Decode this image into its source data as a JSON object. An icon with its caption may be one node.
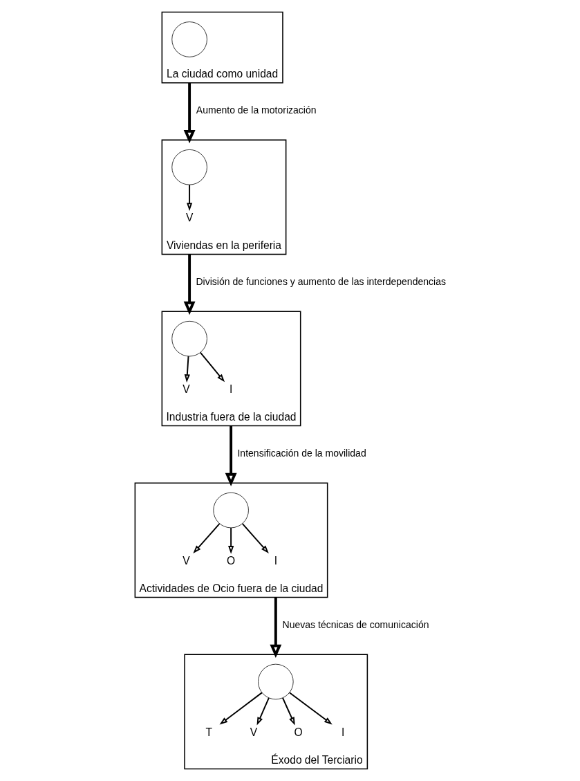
{
  "diagram": {
    "nodes": [
      {
        "text": [
          "La ciudad como unidad"
        ]
      },
      {
        "text": [],
        "shape": "circle",
        "in": 0
      },
      {
        "text": [
          "Viviendas en la periferia"
        ]
      },
      {
        "text": [],
        "shape": "circle",
        "in": 2
      },
      {
        "text": [
          "V"
        ],
        "in": 2
      },
      {
        "text": [
          "Industria fuera de la ciudad"
        ]
      },
      {
        "text": [],
        "shape": "circle",
        "in": 5
      },
      {
        "text": [
          "V"
        ],
        "in": 5
      },
      {
        "text": [
          "I"
        ],
        "in": 5
      },
      {
        "text": [
          "Actividades de Ocio fuera de la ciudad"
        ]
      },
      {
        "text": [],
        "shape": "circle",
        "in": 9
      },
      {
        "text": [
          "V"
        ],
        "in": 9
      },
      {
        "text": [
          "O"
        ],
        "in": 9
      },
      {
        "text": [
          "I"
        ],
        "in": 9
      },
      {
        "text": [
          "Éxodo del Terciario"
        ]
      },
      {
        "text": [],
        "shape": "circle",
        "in": 14
      },
      {
        "text": [
          "T"
        ],
        "in": 14
      },
      {
        "text": [
          "V"
        ],
        "in": 14
      },
      {
        "text": [
          "O"
        ],
        "in": 14
      },
      {
        "text": [
          "I"
        ],
        "in": 14
      }
    ],
    "edges": [
      {
        "from": 0,
        "to": 2,
        "arrow": "to",
        "label": "Aumento de la motorización",
        "style": "thick"
      },
      {
        "from": 3,
        "to": 4,
        "arrow": "to"
      },
      {
        "from": 2,
        "to": 5,
        "arrow": "to",
        "label": "División de funciones y aumento de las interdependencias",
        "style": "thick"
      },
      {
        "from": 6,
        "to": 7,
        "arrow": "to"
      },
      {
        "from": 6,
        "to": 8,
        "arrow": "to"
      },
      {
        "from": 5,
        "to": 9,
        "arrow": "to",
        "label": "Intensificación de la movilidad",
        "style": "thick"
      },
      {
        "from": 10,
        "to": 11,
        "arrow": "to"
      },
      {
        "from": 10,
        "to": 12,
        "arrow": "to"
      },
      {
        "from": 10,
        "to": 13,
        "arrow": "to"
      },
      {
        "from": 9,
        "to": 14,
        "arrow": "to",
        "label": "Nuevas técnicas de comunicación",
        "style": "thick"
      },
      {
        "from": 15,
        "to": 16,
        "arrow": "to"
      },
      {
        "from": 15,
        "to": 17,
        "arrow": "to"
      },
      {
        "from": 15,
        "to": 18,
        "arrow": "to"
      },
      {
        "from": 15,
        "to": 19,
        "arrow": "to"
      }
    ]
  }
}
